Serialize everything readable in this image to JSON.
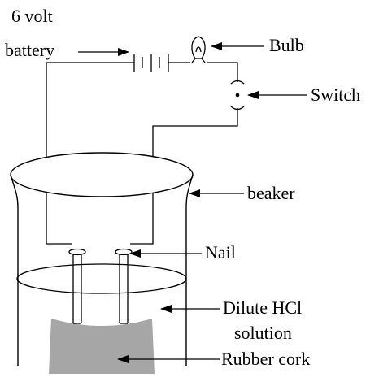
{
  "labels": {
    "battery_line1": "6 volt",
    "battery_line2": "battery",
    "bulb": "Bulb",
    "switch": "Switch",
    "beaker": "beaker",
    "nail": "Nail",
    "solution_line1": "Dilute HCl",
    "solution_line2": "solution",
    "cork": "Rubber cork"
  },
  "colors": {
    "line": "#000000",
    "cork": "#a6a6a6"
  }
}
